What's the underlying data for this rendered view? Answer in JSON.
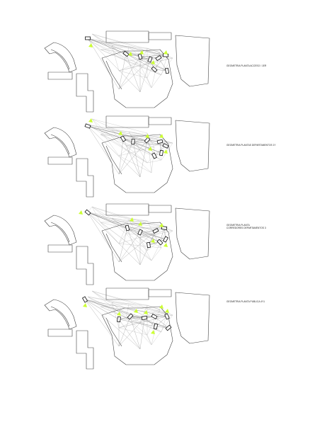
{
  "plans": [
    {
      "title_lines": [
        "GEOMETRIA PLANTA ACCESO / 1ER"
      ]
    },
    {
      "title_lines": [
        "GEOMETRIA PLANTAS DEPARTAMENTOS 1Y"
      ]
    },
    {
      "title_lines": [
        "GEOMETRIA PLANTA",
        "CORREDORES DEPARTAMENTOS 3"
      ]
    },
    {
      "title_lines": [
        "GEOMETRIA PLANTA PUBLICA 4Y1"
      ]
    }
  ],
  "colors": {
    "accent": "#ccff33",
    "lines": "#444444",
    "construction": "#bdbdbd"
  }
}
